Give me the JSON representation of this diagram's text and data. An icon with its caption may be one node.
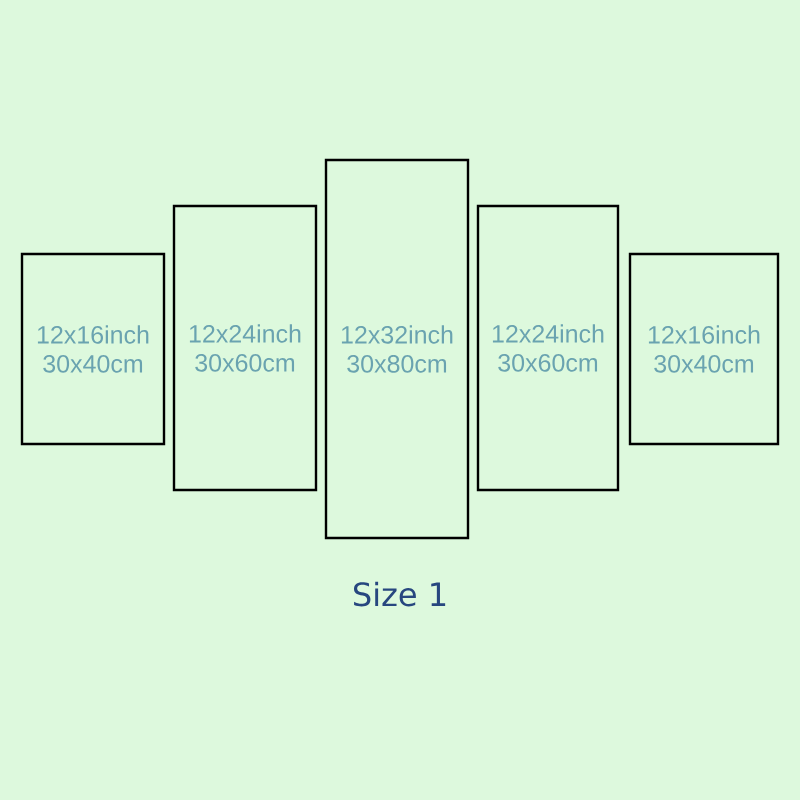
{
  "diagram": {
    "caption": "Size 1",
    "nodes": [
      {
        "text": [
          "12x16inch",
          "30x40cm"
        ]
      },
      {
        "text": [
          "12x24inch",
          "30x60cm"
        ]
      },
      {
        "text": [
          "12x32inch",
          "30x80cm"
        ]
      },
      {
        "text": [
          "12x24inch",
          "30x60cm"
        ]
      },
      {
        "text": [
          "12x16inch",
          "30x40cm"
        ]
      }
    ],
    "edges": []
  }
}
